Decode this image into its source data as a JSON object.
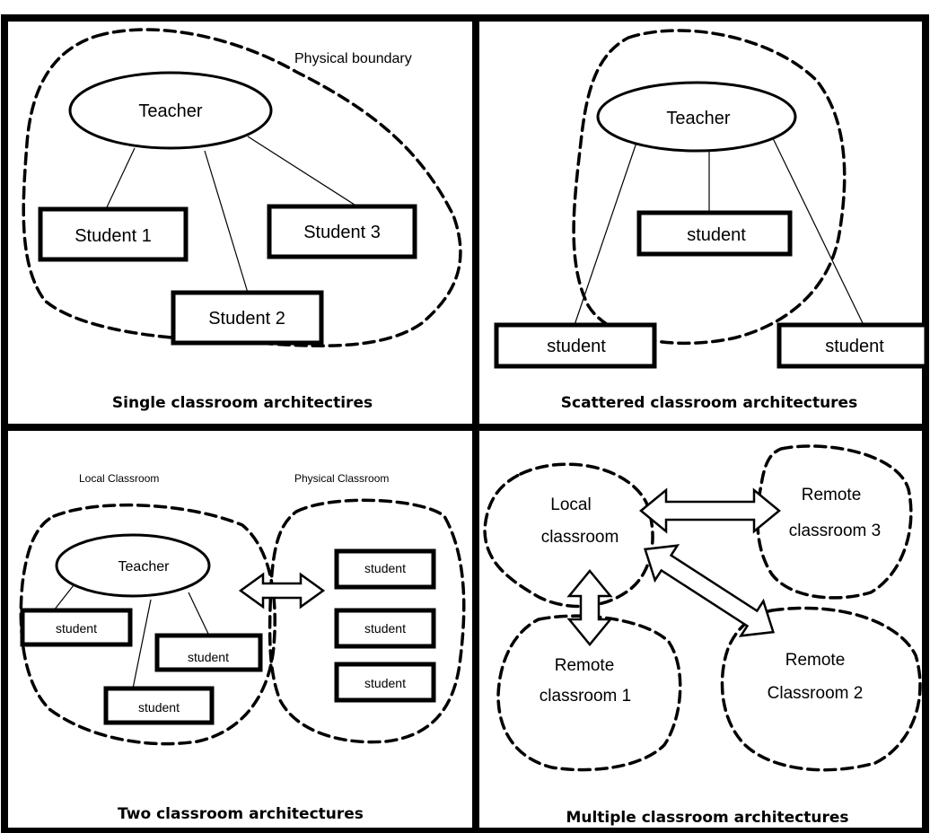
{
  "panels": {
    "single": {
      "boundary_label": "Physical boundary",
      "teacher": "Teacher",
      "student1": "Student 1",
      "student2": "Student 2",
      "student3": "Student 3",
      "caption": "Single classroom architectires"
    },
    "scattered": {
      "teacher": "Teacher",
      "student_center": "student",
      "student_left": "student",
      "student_right": "student",
      "caption": "Scattered classroom architectures"
    },
    "two": {
      "local_label": "Local Classroom",
      "physical_label": "Physical Classroom",
      "teacher": "Teacher",
      "local_students": [
        "student",
        "student",
        "student"
      ],
      "physical_students": [
        "student",
        "student",
        "student"
      ],
      "caption": "Two classroom architectures"
    },
    "multiple": {
      "local_line1": "Local",
      "local_line2": "classroom",
      "remote3_line1": "Remote",
      "remote3_line2": "classroom 3",
      "remote1_line1": "Remote",
      "remote1_line2": "classroom 1",
      "remote2_line1": "Remote",
      "remote2_line2": "Classroom 2",
      "caption": "Multiple classroom architectures"
    }
  }
}
